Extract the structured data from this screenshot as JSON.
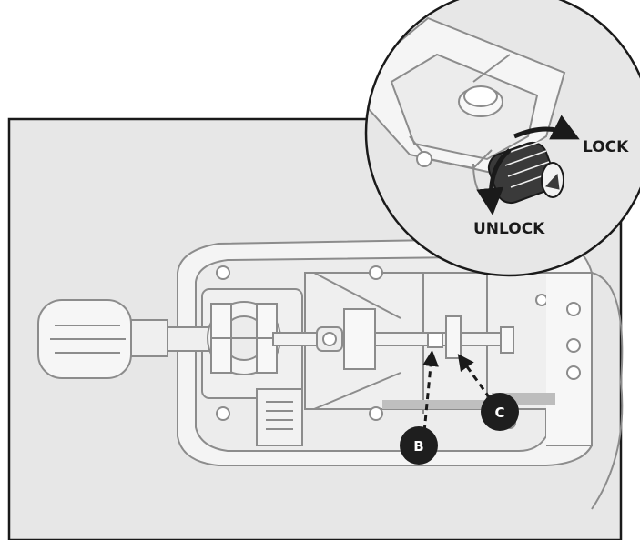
{
  "callouts": {
    "lock": "LOCK",
    "unlock": "UNLOCK",
    "b": "B",
    "c": "C"
  },
  "colors": {
    "panel_fill": "#e7e7e7",
    "frame": "#1a1a1a",
    "part_stroke": "#8c8c8c",
    "part_fill": "#f4f4f4",
    "badge_fill": "#1e1e1e",
    "badge_text": "#ffffff"
  },
  "icons": [
    "rotation-arrow-icon",
    "dashed-arrow-icon"
  ]
}
